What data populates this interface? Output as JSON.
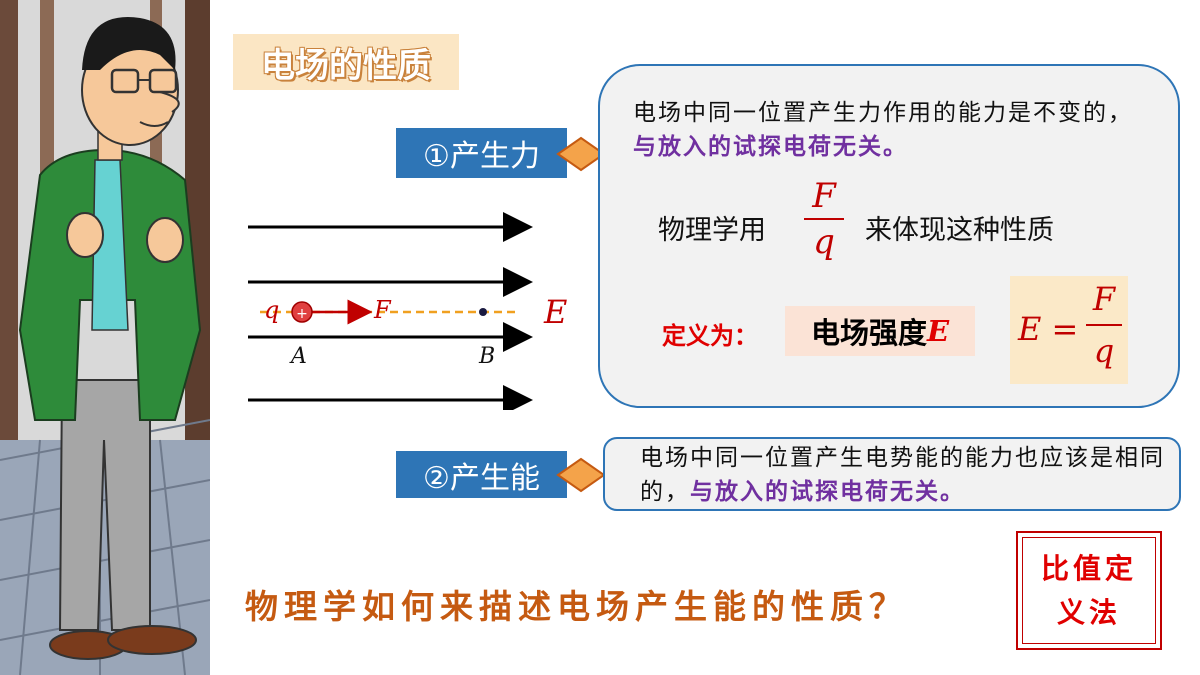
{
  "title": "电场的性质",
  "tags": {
    "force": "①产生力",
    "energy": "②产生能"
  },
  "bubble_force": {
    "text_plain": "电场中同一位置产生力作用的能力是不变的，",
    "text_highlight": "与放入的试探电荷无关。",
    "phys_prefix": "物理学用",
    "phys_suffix": "来体现这种性质",
    "frac_num": "F",
    "frac_den": "q",
    "definition_label": "定义为：",
    "field_strength": "电场强度",
    "field_strength_symbol": "E",
    "formula": {
      "lhs": "E =",
      "num": "F",
      "den": "q"
    }
  },
  "bubble_energy": {
    "text_plain": "电场中同一位置产生电势能的能力也应该是相同的，",
    "text_highlight": "与放入的试探电荷无关。"
  },
  "diagram": {
    "field_symbol": "E",
    "charge_label": "q",
    "force_label": "F",
    "point_a": "A",
    "point_b": "B",
    "charge_sign": "+"
  },
  "question": "物理学如何来描述电场产生能的性质？",
  "method": {
    "line1": "比值定",
    "line2": "义法"
  },
  "colors": {
    "accent_blue": "#2e75b6",
    "red": "#c00000",
    "purple": "#7030a0",
    "orange": "#c55a11"
  }
}
